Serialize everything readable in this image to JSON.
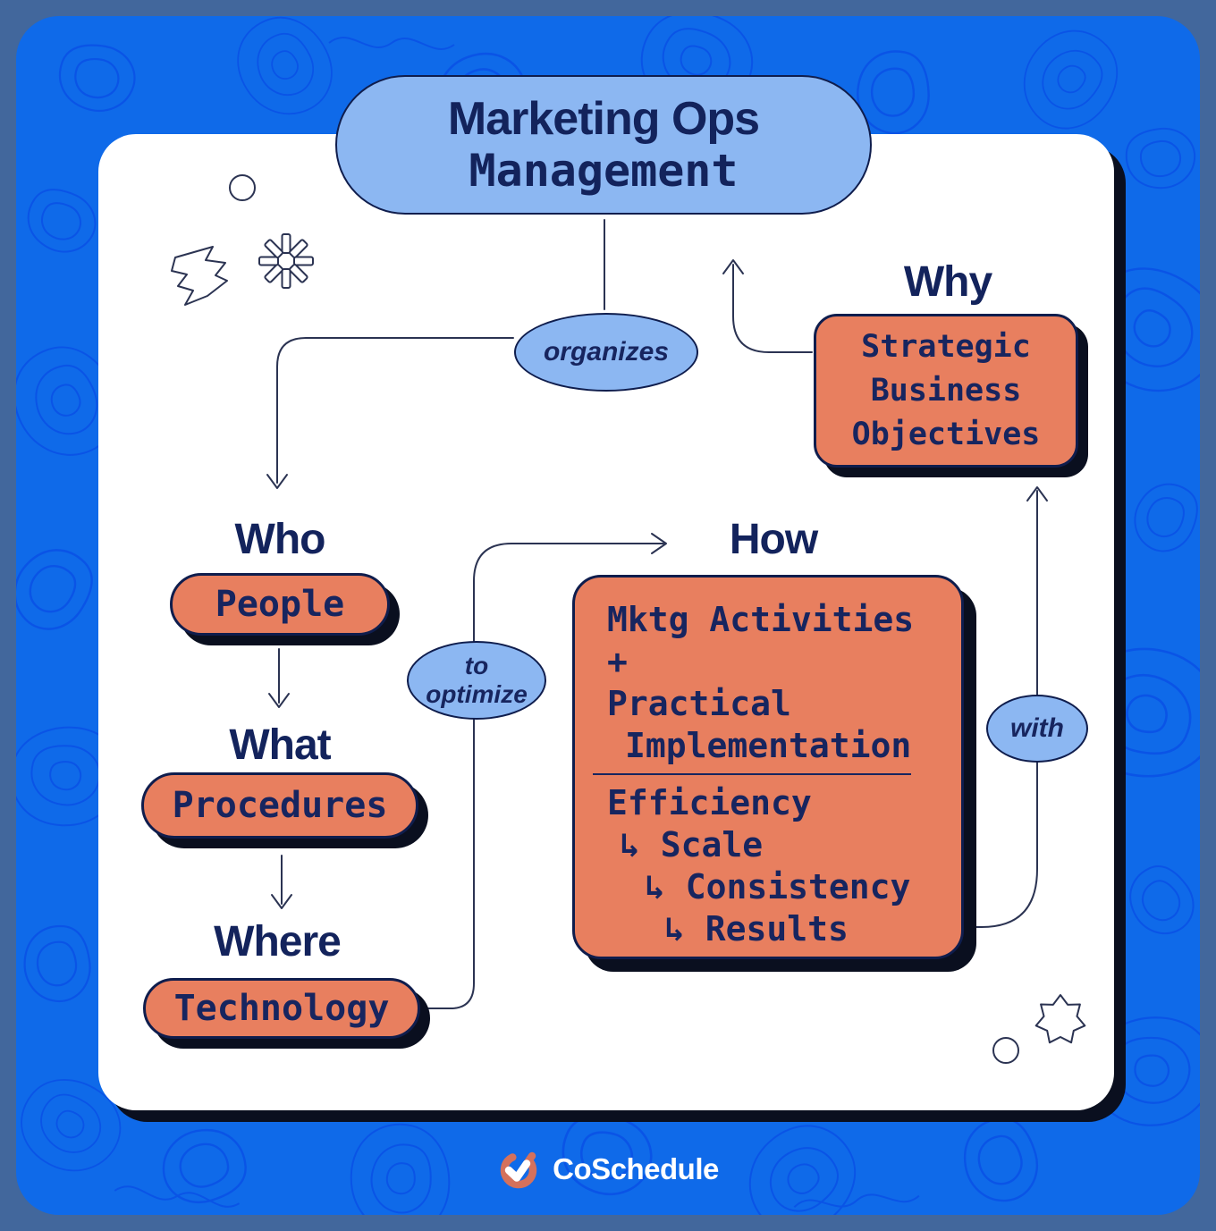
{
  "title": {
    "line1": "Marketing Ops",
    "line2": "Management"
  },
  "labels": {
    "organizes": "organizes",
    "to_optimize": "to\noptimize",
    "with": "with"
  },
  "sections": {
    "who": {
      "heading": "Who",
      "node": "People"
    },
    "what": {
      "heading": "What",
      "node": "Procedures"
    },
    "where": {
      "heading": "Where",
      "node": "Technology"
    },
    "why": {
      "heading": "Why",
      "node": "Strategic\nBusiness\nObjectives"
    },
    "how": {
      "heading": "How",
      "top_lines": [
        "Mktg Activities",
        "+",
        "Practical",
        "Implementation"
      ],
      "bottom_lines": [
        "Efficiency",
        "↳ Scale",
        "↳ Consistency",
        "↳ Results"
      ]
    }
  },
  "footer": {
    "brand": "CoSchedule"
  },
  "colors": {
    "background_outer": "#42679c",
    "background_blue": "#0f6ae9",
    "pattern_line": "#0a54e6",
    "card": "#ffffff",
    "node_blue": "#8cb7f2",
    "node_orange": "#e87f5f",
    "text_navy": "#13235c",
    "connector": "#2b3352",
    "shadow": "#0a0f1f",
    "brand_orange": "#d4715c"
  }
}
